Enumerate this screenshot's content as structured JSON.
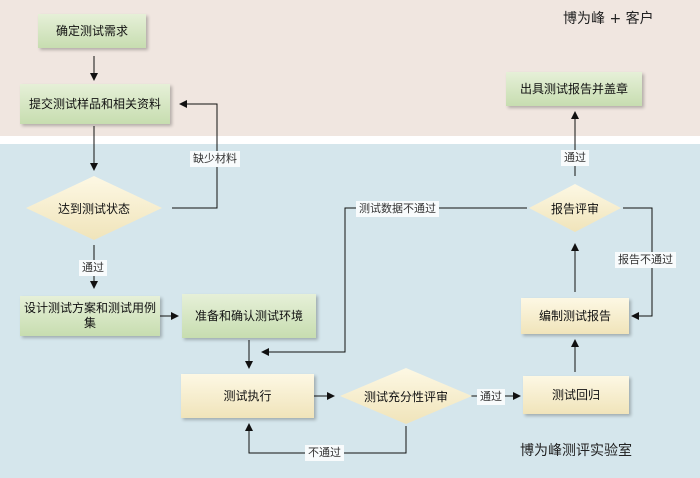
{
  "regions": {
    "top_label": "博为峰 + 客户",
    "bottom_label": "博为峰测评实验室"
  },
  "nodes": {
    "confirm_requirements": "确定测试需求",
    "submit_samples": "提交测试样品和相关资料",
    "reach_test_state": "达到测试状态",
    "design_plan": "设计测试方案和测试用例集",
    "prepare_env": "准备和确认测试环境",
    "execute_test": "测试执行",
    "sufficiency_review": "测试充分性评审",
    "regression_test": "测试回归",
    "write_report": "编制测试报告",
    "report_review": "报告评审",
    "issue_report": "出具测试报告并盖章"
  },
  "edges": {
    "missing_materials": "缺少材料",
    "pass_1": "通过",
    "fail_retest": "不通过",
    "pass_2": "通过",
    "data_fail": "测试数据不通过",
    "report_fail": "报告不通过",
    "pass_3": "通过"
  },
  "colors": {
    "top_band": "#f0e6e0",
    "bottom_band": "#d5e6ec",
    "green_box": "#d6e6c3",
    "cream_box": "#f6eecd"
  }
}
